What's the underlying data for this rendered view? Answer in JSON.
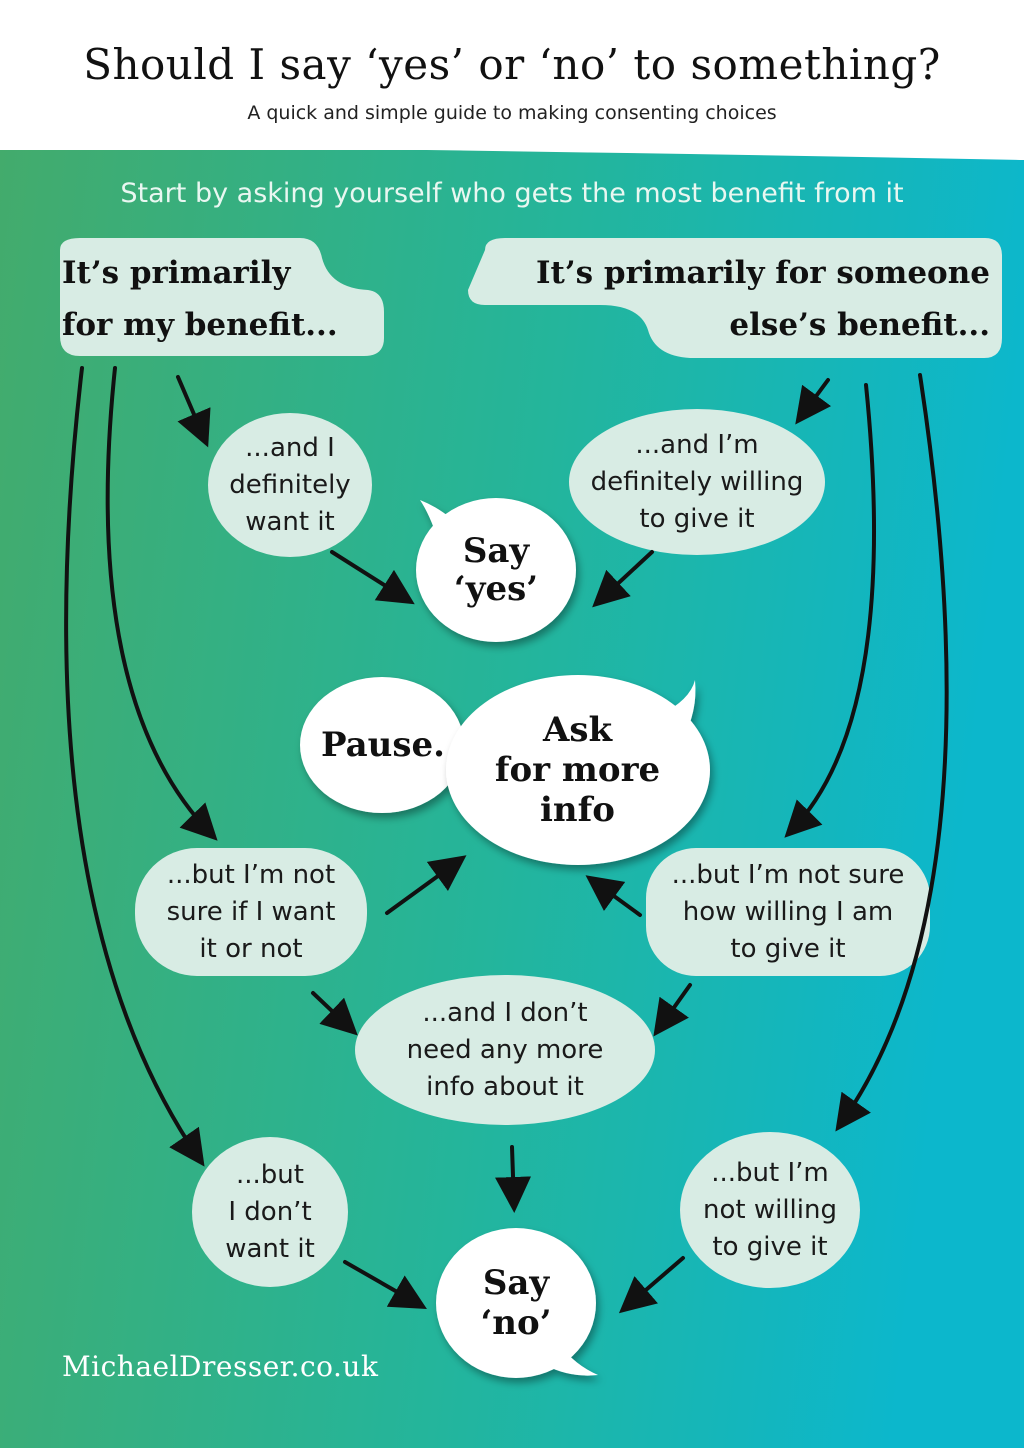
{
  "title": "Should I say ‘yes’ or ‘no’ to something?",
  "subtitle": "A quick and simple guide to making consenting choices",
  "intro": "Start by asking yourself who gets the most benefit from it",
  "nodes": {
    "mine": "It’s primarily\nfor my benefit...",
    "others": "It’s primarily for someone\nelse’s benefit...",
    "want_it": "...and I\ndefinitely\nwant it",
    "willing_give": "...and I’m\ndefinitely willing\nto give it",
    "say_yes": "Say\n‘yes’",
    "pause": "Pause.",
    "ask_more": "Ask\nfor more\ninfo",
    "unsure_want": "...but I’m not\nsure if I want\nit or not",
    "unsure_willing": "...but I’m not sure\nhow willing I am\nto give it",
    "no_more_info": "...and I don’t\nneed any more\ninfo about it",
    "dont_want": "...but\nI don’t\nwant it",
    "not_willing": "...but I’m\nnot willing\nto give it",
    "say_no": "Say\n‘no’"
  },
  "footer": "MichaelDresser.co.uk",
  "colors": {
    "gradient_left": "#3fae6f",
    "gradient_right": "#12b6c9",
    "bubble_fill": "#d8ece4",
    "speech_fill": "#ffffff",
    "arrow": "#111111"
  }
}
